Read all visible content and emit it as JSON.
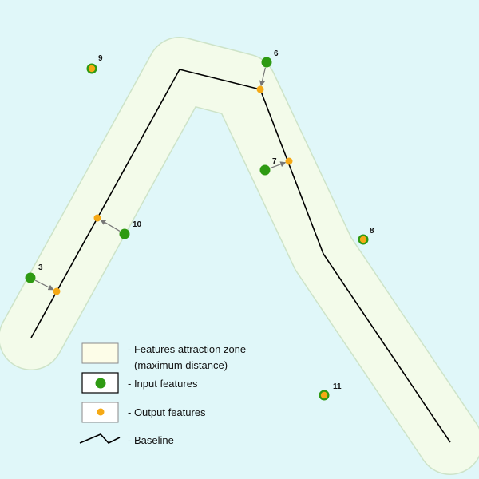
{
  "colors": {
    "background": "#e0f7f9",
    "zone_fill": "#f3fbea",
    "zone_stroke": "#cde3c8",
    "input_fill": "#2e9a12",
    "output_fill": "#f5a915",
    "baseline": "#000000",
    "arrow": "#777777"
  },
  "points": [
    {
      "label": "3",
      "type": "input",
      "moved": true
    },
    {
      "label": "10",
      "type": "input",
      "moved": true
    },
    {
      "label": "6",
      "type": "input",
      "moved": true
    },
    {
      "label": "7",
      "type": "input",
      "moved": true
    },
    {
      "label": "9",
      "type": "unchanged",
      "moved": false
    },
    {
      "label": "8",
      "type": "unchanged",
      "moved": false
    },
    {
      "label": "11",
      "type": "unchanged",
      "moved": false
    }
  ],
  "legend": {
    "zone_line1": "- Features attraction zone",
    "zone_line2": "(maximum distance)",
    "input": "- Input features",
    "output": "- Output features",
    "baseline": "- Baseline"
  }
}
